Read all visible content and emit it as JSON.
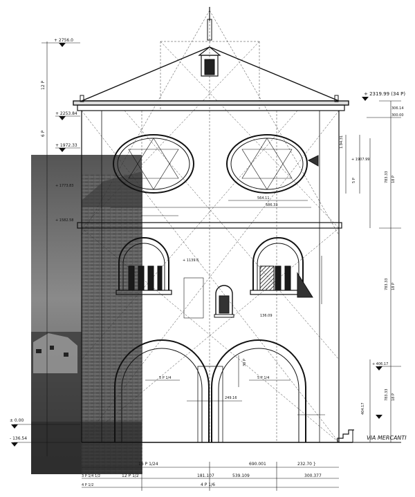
{
  "labels": {
    "top_elevation": "+ 2756.0",
    "upper_right_elevation": "+ 2319.99 (34 P)",
    "roof_base_elevation": "+ 2253.84",
    "left_level_2": "+ 1972.33",
    "left_level_3": "+ 1773.83",
    "left_level_4": "+ 1582.58",
    "ground_left": "± 0.00",
    "base_left": "- 136.54",
    "right_306": "306.14",
    "right_300": "300.00",
    "window_right_level": "+ 1907.99",
    "oval_dim_right": "1.94.31",
    "oval_dim_5p": "5 P",
    "span_right_upper": "783.33",
    "span_right_mid": "783.33",
    "span_right_lower": "783.33",
    "p18_upper": "18 P",
    "p18_mid": "18 P",
    "p18_lower": "18 P",
    "span_left_12p": "12 P",
    "span_left_6p": "6 P",
    "oval_width_right": "564.11",
    "oval_width_total": "586.33",
    "mid_window_label": "+ 1139.6",
    "right_arch_label": "+ 406.17",
    "lower_right_dim": "404.17",
    "via_label": "VIA MERCANTI",
    "bottom_16p": "16 P 1/24",
    "bottom_690": "690.001",
    "bottom_232": "232.70 }",
    "bottom_12p": "12 P 1/2",
    "bottom_181": "181.107",
    "bottom_539": "539.109",
    "bottom_4p": "4 P 1/6",
    "bottom_300": "300.377",
    "bottom_3p": "3 P 1/4 1/2",
    "bottom_4p_left": "4 P 1/2",
    "arch_label_left": "5 P 1/4",
    "arch_label_right": "5 P 1/4",
    "center_dim": "249.16",
    "center_30p": "30 P",
    "center_dim2": "136.09"
  }
}
